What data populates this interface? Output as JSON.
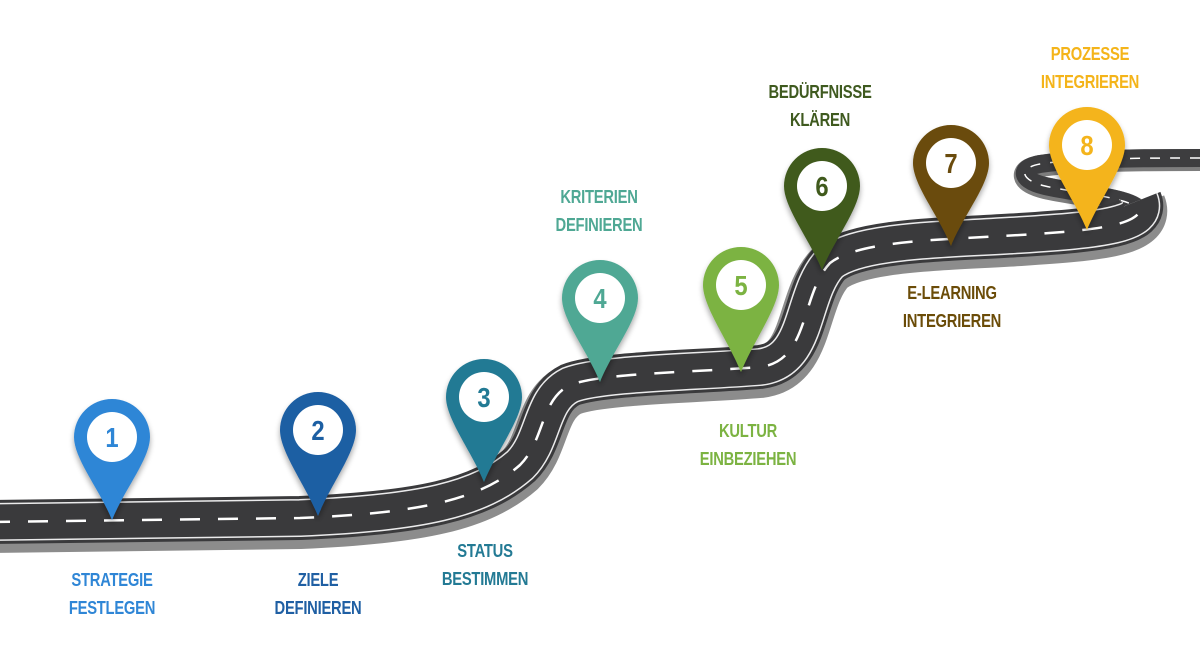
{
  "diagram": {
    "type": "roadmap",
    "road_color": "#3a3a3c",
    "road_edge_color": "#8a8a8a",
    "lane_marking_color": "#ffffff",
    "steps": [
      {
        "number": "1",
        "line1": "STRATEGIE",
        "line2": "FESTLEGEN",
        "color": "#2f86d6",
        "label_position": "below"
      },
      {
        "number": "2",
        "line1": "ZIELE",
        "line2": "DEFINIEREN",
        "color": "#1f5fa3",
        "label_position": "below"
      },
      {
        "number": "3",
        "line1": "STATUS",
        "line2": "BESTIMMEN",
        "color": "#237a94",
        "label_position": "below"
      },
      {
        "number": "4",
        "line1": "KRITERIEN",
        "line2": "DEFINIEREN",
        "color": "#4fa894",
        "label_position": "above"
      },
      {
        "number": "5",
        "line1": "KULTUR",
        "line2": "EINBEZIEHEN",
        "color": "#7cb342",
        "label_position": "below"
      },
      {
        "number": "6",
        "line1": "BEDÜRFNISSE",
        "line2": "KLÄREN",
        "color": "#3f5a1f",
        "label_position": "above"
      },
      {
        "number": "7",
        "line1": "E-LEARNING",
        "line2": "INTEGRIEREN",
        "color": "#6b4c08",
        "label_position": "below"
      },
      {
        "number": "8",
        "line1": "PROZESSE",
        "line2": "INTEGRIEREN",
        "color": "#f4b41a",
        "label_position": "above"
      }
    ]
  }
}
